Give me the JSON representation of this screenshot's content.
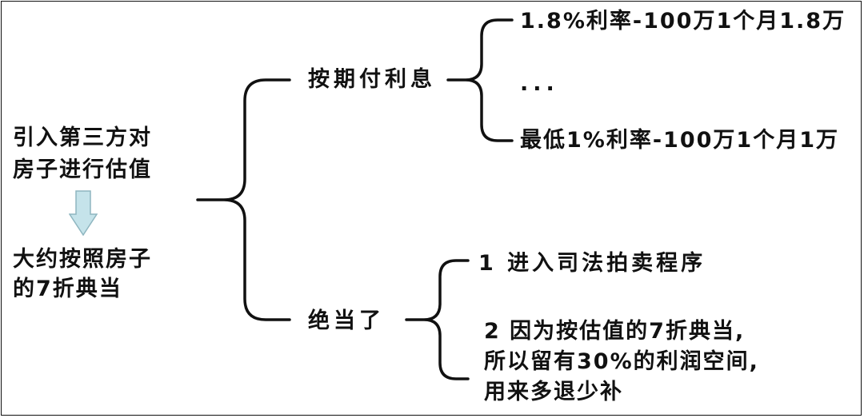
{
  "root": {
    "lines": [
      "引入第三方对",
      "房子进行估值"
    ],
    "result_lines": [
      "大约按照房子",
      "的7折典当"
    ]
  },
  "branch_pay": {
    "label": "按期付利息",
    "items": [
      "1.8%利率-100万1个月1.8万",
      "...",
      "最低1%利率-100万1个月1万"
    ]
  },
  "branch_default": {
    "label": "绝当了",
    "items": [
      "1 进入司法拍卖程序"
    ],
    "item2_lines": [
      "2 因为按估值的7折典当,",
      "所以留有30%的利润空间,",
      "用来多退少补"
    ]
  },
  "colors": {
    "line": "#111111",
    "arrow_fill": "#c5e3ea",
    "arrow_stroke": "#8fb6c0"
  }
}
